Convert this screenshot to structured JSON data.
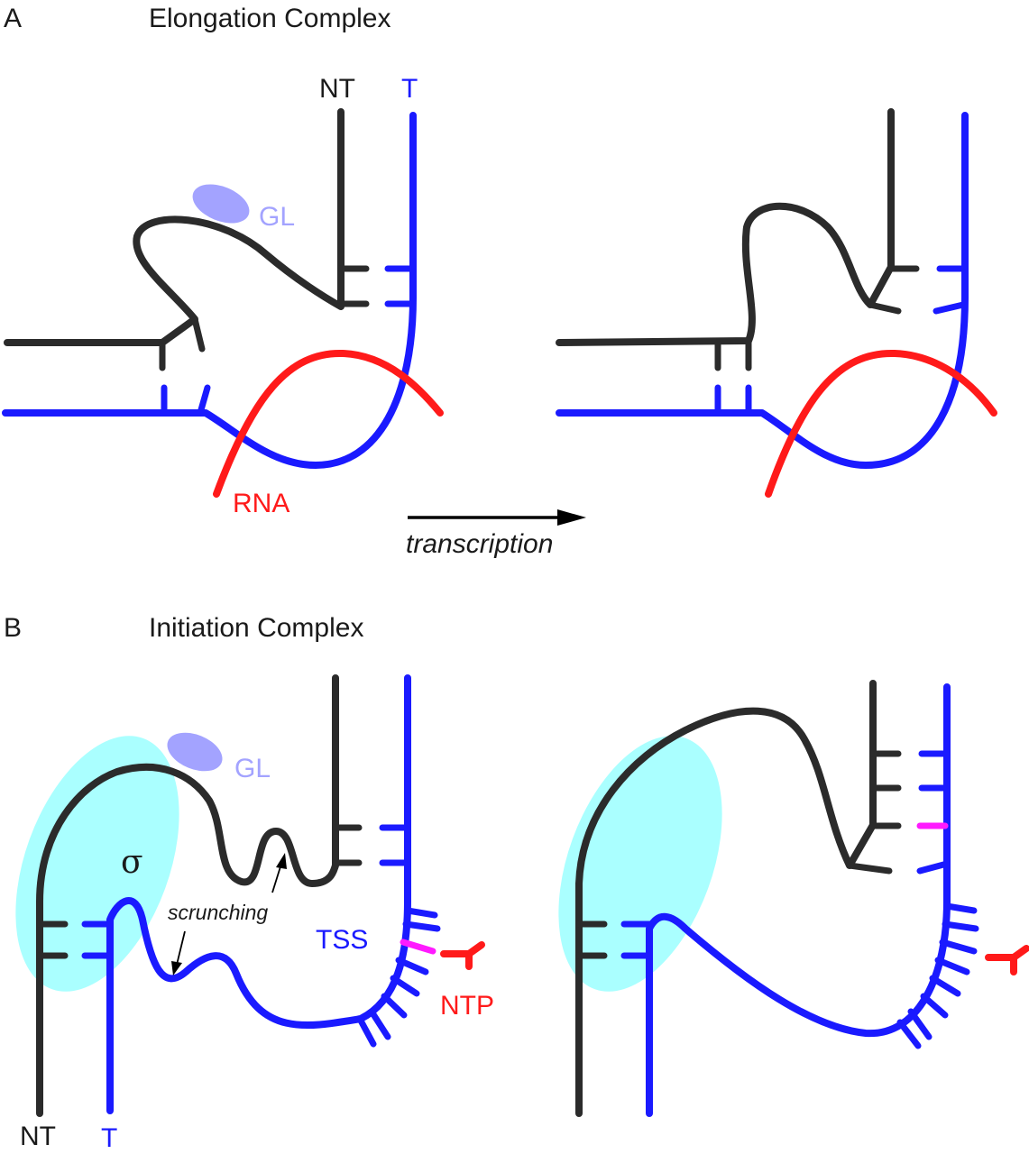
{
  "panel_a": {
    "letter": "A",
    "title": "Elongation Complex",
    "label_nt": "NT",
    "label_t": "T",
    "label_gl": "GL",
    "label_rna": "RNA",
    "transcription": "transcription"
  },
  "panel_b": {
    "letter": "B",
    "title": "Initiation Complex",
    "label_gl": "GL",
    "label_sigma": "σ",
    "label_scrunching_1": "scrunching",
    "label_tss": "TSS",
    "label_ntp": "NTP",
    "label_nt": "NT",
    "label_t": "T"
  },
  "colors": {
    "non_template_strand": "#2b2b2b",
    "template_strand": "#1a1aff",
    "rna": "#ff1a1a",
    "trigger_loop_gl": "#a3a3ff",
    "sigma_factor": "#aaffff",
    "tss_base_pair": "#ff1aff"
  }
}
